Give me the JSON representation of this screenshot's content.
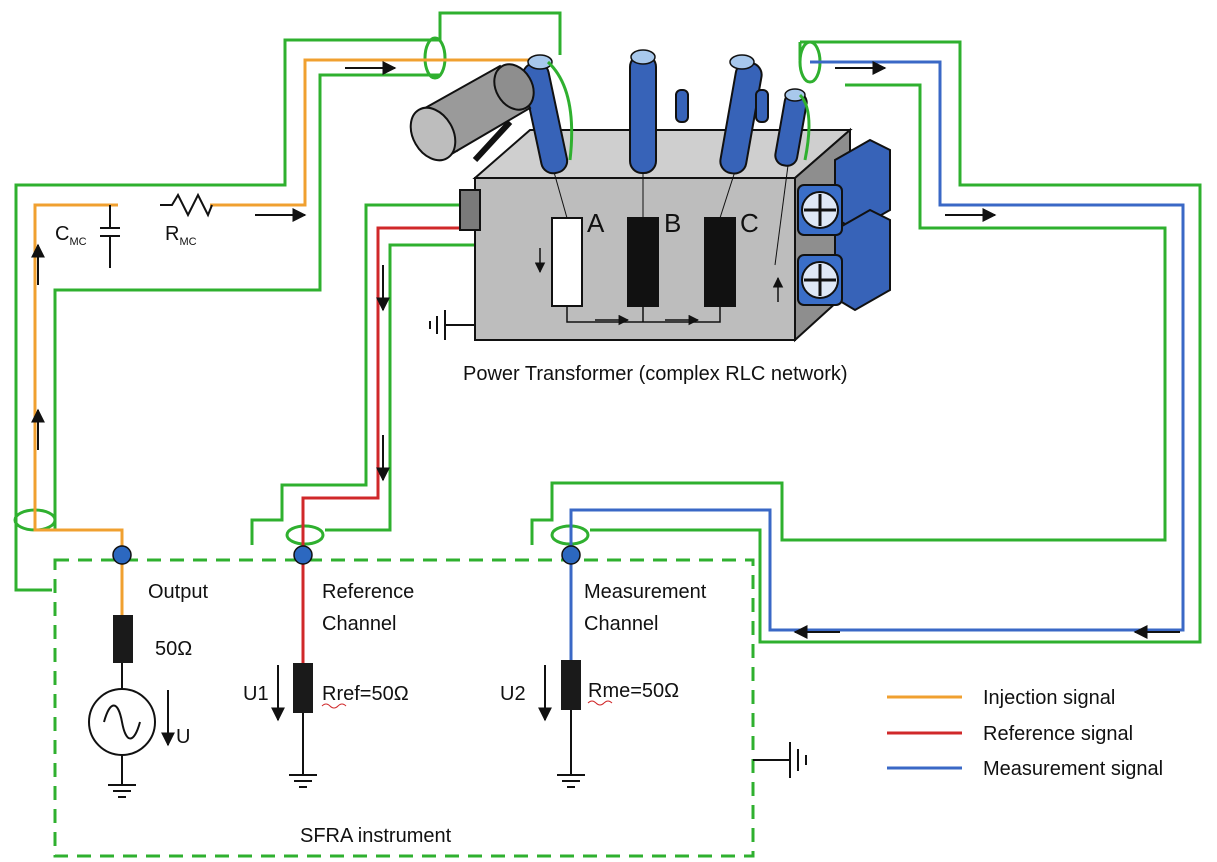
{
  "colors": {
    "shield": "#2fb02f",
    "injection": "#f0a030",
    "reference": "#d0282a",
    "measurement": "#3a68c6",
    "bushing": "#3763b8",
    "tank": "#bdbdbd",
    "tank_dark": "#8e8e8e",
    "node": "#2c68c0"
  },
  "transformer": {
    "label": "Power Transformer (complex RLC network)",
    "phases": [
      "A",
      "B",
      "C"
    ]
  },
  "matching_circuit": {
    "capacitor": {
      "main": "C",
      "sub": "MC"
    },
    "resistor": {
      "main": "R",
      "sub": "MC"
    }
  },
  "instrument": {
    "label": "SFRA instrument",
    "output_label": "Output",
    "output_resistor": "50Ω",
    "source_voltage": "U",
    "reference_label_1": "Reference",
    "reference_label_2": "Channel",
    "reference_voltage": "U1",
    "reference_resistor": "Rref=50Ω",
    "measurement_label_1": "Measurement",
    "measurement_label_2": "Channel",
    "measurement_voltage": "U2",
    "measurement_resistor": "Rme=50Ω"
  },
  "legend": [
    {
      "label": "Injection signal",
      "color": "#f0a030"
    },
    {
      "label": "Reference signal",
      "color": "#d0282a"
    },
    {
      "label": "Measurement signal",
      "color": "#3a68c6"
    }
  ]
}
